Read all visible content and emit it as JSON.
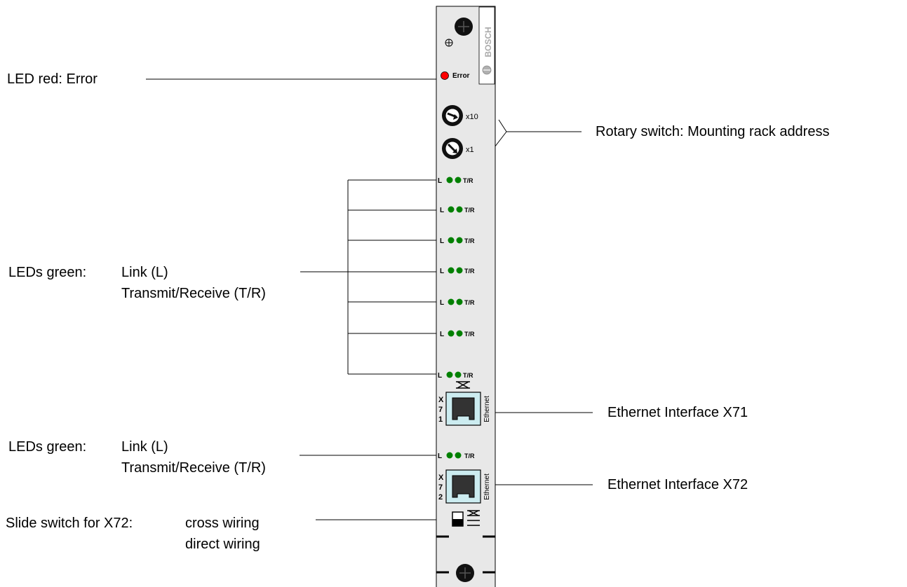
{
  "labels": {
    "led_red": "LED red: Error",
    "rotary": "Rotary switch: Mounting rack address",
    "leds_green_1_a": "LEDs green:",
    "leds_green_1_b": "Link (L)",
    "leds_green_1_c": "Transmit/Receive (T/R)",
    "eth_x71": "Ethernet Interface X71",
    "leds_green_2_a": "LEDs green:",
    "leds_green_2_b": "Link (L)",
    "leds_green_2_c": "Transmit/Receive (T/R)",
    "eth_x72": "Ethernet Interface X72",
    "slide_a": "Slide switch for X72:",
    "slide_b": "cross wiring",
    "slide_c": "direct wiring"
  },
  "module": {
    "brand": "BOSCH",
    "error_label": "Error",
    "x10_label": "x10",
    "x1_label": "x1",
    "link_label": "L",
    "tr_label": "T/R",
    "port1_id": [
      "X",
      "7",
      "1"
    ],
    "port2_id": [
      "X",
      "7",
      "2"
    ],
    "port_text": "Ethernet"
  },
  "colors": {
    "panel": "#e8e8e8",
    "led_red": "#ff0000",
    "led_green": "#008000",
    "port_fill": "#ccecf0",
    "line": "#000000"
  }
}
